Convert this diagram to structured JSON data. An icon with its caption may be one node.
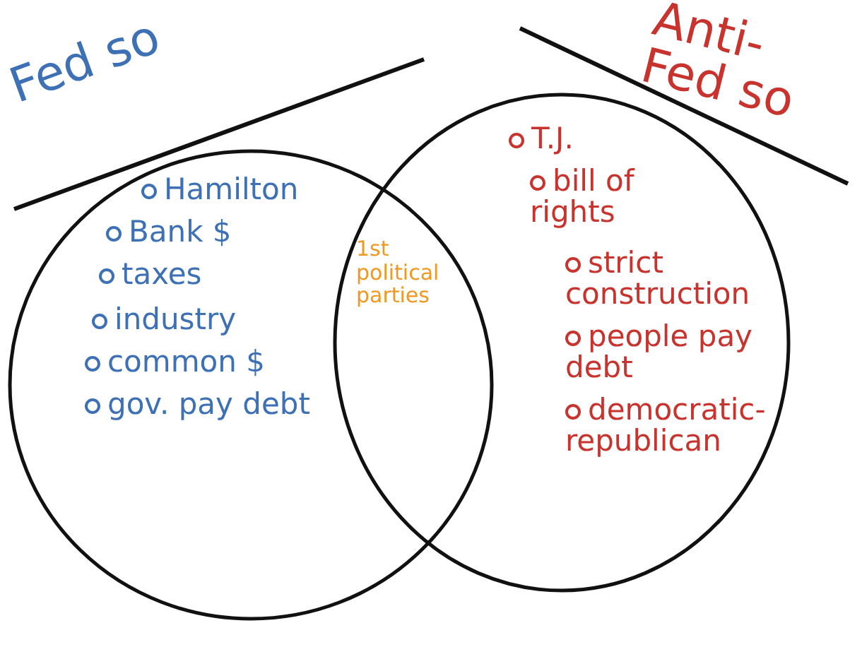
{
  "diagram": {
    "nodes": [
      {
        "text": [
          "Fed so",
          "Hamilton",
          "Bank $",
          "taxes",
          "industry",
          "common $",
          "gov. pay debt"
        ]
      },
      {
        "text": [
          "Anti-Fed so",
          "T.J.",
          "bill of rights",
          "strict construction",
          "people pay debt",
          "democratic-republican"
        ]
      }
    ],
    "edges": [],
    "labels": [
      "1st political parties"
    ]
  }
}
